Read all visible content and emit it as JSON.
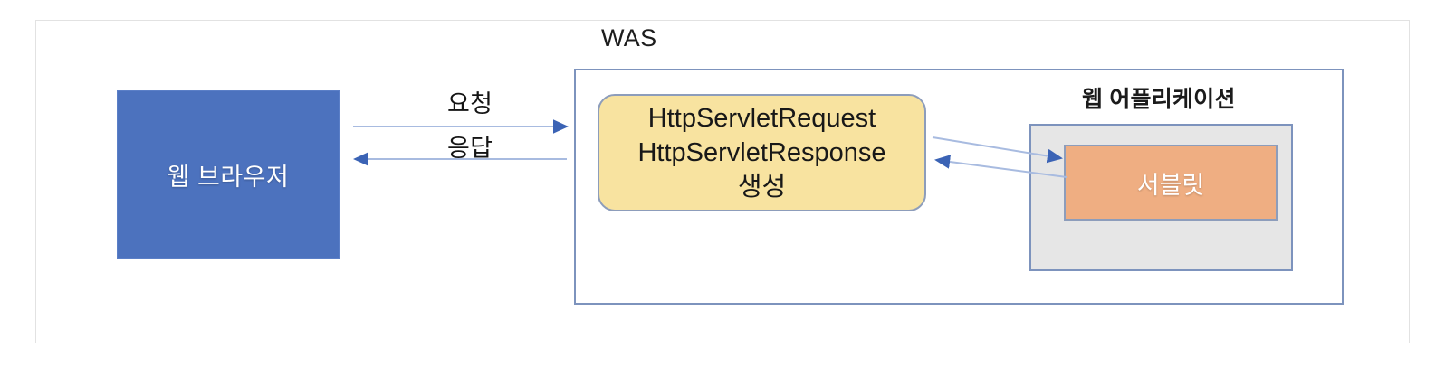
{
  "diagram": {
    "title_label": "WAS",
    "browser": {
      "label": "웹 브라우저",
      "color": "#4C72BE"
    },
    "flow_labels": {
      "request": "요청",
      "response": "응답"
    },
    "servlet_objects": {
      "line1": "HttpServletRequest",
      "line2": "HttpServletResponse",
      "line3": "생성",
      "color": "#F8E3A0"
    },
    "web_application": {
      "label": "웹 어플리케이션",
      "color": "#E6E6E6"
    },
    "servlet": {
      "label": "서블릿",
      "color": "#EFAE82"
    },
    "arrows": {
      "request_arrow": "browser-to-was-request-arrow",
      "response_arrow": "was-to-browser-response-arrow",
      "invoke_arrow": "was-to-servlet-arrow",
      "return_arrow": "servlet-to-was-arrow"
    },
    "accent_color": "#7d93bd"
  }
}
